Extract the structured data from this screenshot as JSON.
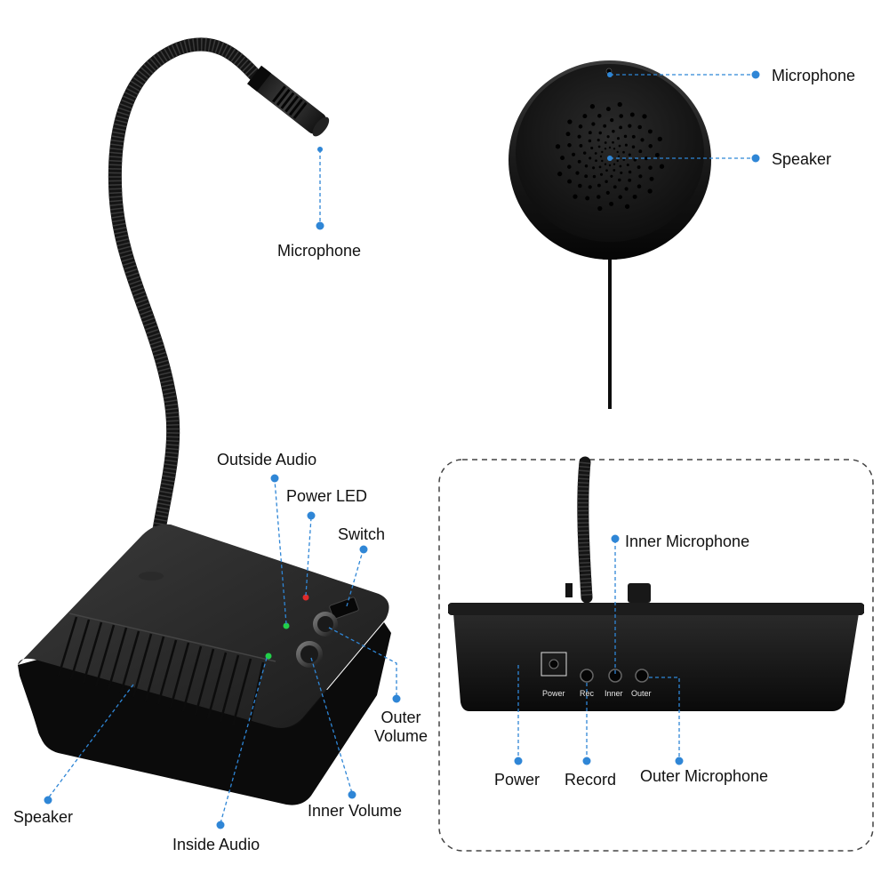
{
  "colors": {
    "accent": "#2f86d6",
    "body": "#141414",
    "ink": "#111111",
    "led_green": "#22d04a",
    "led_red": "#e02a2a"
  },
  "callouts": {
    "mic_main": "Microphone",
    "mic_pod": "Microphone",
    "speaker_pod": "Speaker",
    "outside_audio": "Outside Audio",
    "power_led": "Power LED",
    "switch": "Switch",
    "outer_volume_line1": "Outer",
    "outer_volume_line2": "Volume",
    "speaker_base": "Speaker",
    "inner_volume": "Inner Volume",
    "inside_audio": "Inside Audio",
    "inner_microphone": "Inner Microphone",
    "power": "Power",
    "record": "Record",
    "outer_microphone": "Outer Microphone"
  },
  "panel_labels": {
    "power": "Power",
    "rec": "Rec",
    "inner": "Inner",
    "outer": "Outer"
  },
  "icons": [
    "gooseneck-microphone",
    "speaker-pod",
    "intercom-base",
    "rear-panel"
  ]
}
